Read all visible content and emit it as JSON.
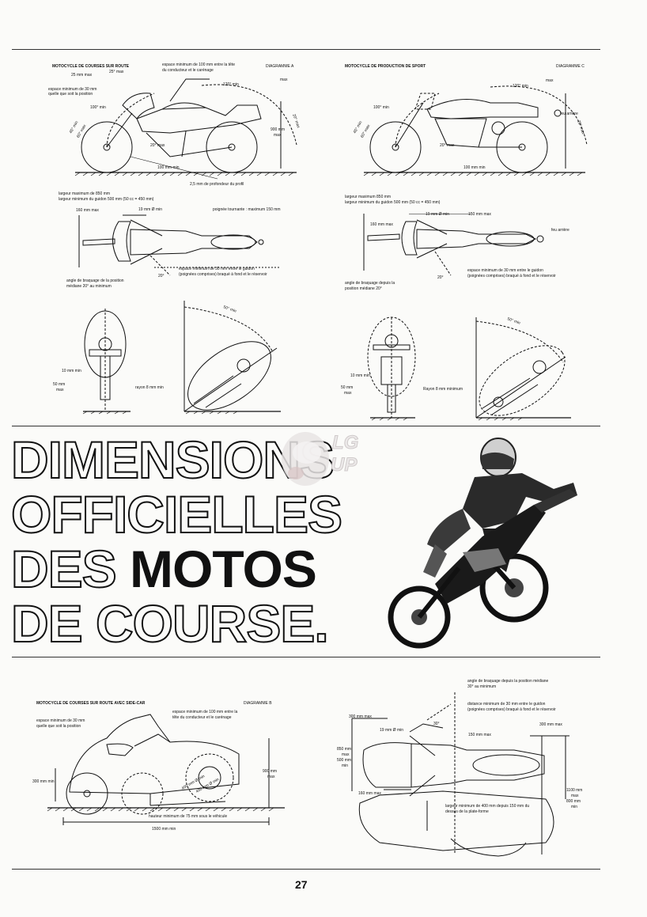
{
  "diagram_a": {
    "header": "MOTOCYCLE DE COURSES SUR ROUTE",
    "id": "DIAGRAMME A",
    "labels": [
      "espace minimum de 100 mm entre la tête",
      "du conducteur et le carénage",
      "25 mm max",
      "25° max",
      "espace minimum de 30 mm",
      "quelle que soit la position",
      "120° min",
      "max",
      "100° min",
      "45° min",
      "60° max",
      "20° max",
      "900 mm",
      "max",
      "20° max",
      "100 mm min",
      "2,5 mm de profondeur du profil"
    ],
    "top_labels": [
      "largeur maximum de 850 mm",
      "largeur minimum du guidon 500 mm (50 cc = 450 mm)",
      "160 mm max",
      "19 mm Ø min",
      "poignée tournante : maximum 150 mm",
      "espace minimum de 30 mm entre le guidon",
      "(poignées comprises) braqué à fond et le réservoir",
      "angle de braquage de la position",
      "médiane 20° au minimum",
      "20°"
    ],
    "front_labels": [
      "10 mm min",
      "50 mm",
      "max",
      "rayon 8 mm min",
      "50° min"
    ]
  },
  "diagram_c": {
    "header": "MOTOCYCLE DE PRODUCTION DE SPORT",
    "id": "DIAGRAMME C",
    "labels": [
      "max",
      "120° min",
      "100° min",
      "45° min",
      "60° max",
      "feu arrière",
      "20° max",
      "20° max",
      "100 mm min"
    ],
    "top_labels": [
      "largeur maximum 850 mm",
      "largeur minimum du guidon 500 mm (50 cc = 450 mm)",
      "19 mm Ø min",
      "150 mm max",
      "160 mm max",
      "feu arrière",
      "espace minimum de 30 mm entre le guidon",
      "(poignées comprises) braqué à fond et le réservoir",
      "angle de braquage depuis la",
      "position médiane  20°",
      "20°"
    ],
    "front_labels": [
      "10 mm min",
      "50 mm",
      "max",
      "Rayon 8 mm minimum",
      "50° min"
    ]
  },
  "title": {
    "line1": "DIMENSIONS",
    "line2": "OFFICIELLES",
    "line3a": "DES ",
    "line3b": "MOTOS",
    "line4": "DE COURSE."
  },
  "logo": {
    "line1": "LG",
    "line2": "UP"
  },
  "diagram_b": {
    "header": "MOTOCYCLE DE COURSES SUR ROUTE AVEC SIDE-CAR",
    "id": "DIAGRAMME B",
    "labels": [
      "espace minimum de 100 mm entre la",
      "tête du conducteur et le carénage",
      "espace minimum de 30 mm",
      "quelle que soit la position",
      "300 mm min",
      "900 mm",
      "max",
      "400 mm Ø min",
      "400 mm Ø min",
      "hauteur minimum de 75 mm sous le véhicule",
      "1500 mm min"
    ],
    "top_labels": [
      "angle de braquage depuis la position médiane",
      "30° au minimum",
      "distance minimum de 30 mm entre le guidon",
      "(poignées comprises) braqué à fond et le réservoir",
      "300 mm max",
      "30°",
      "19 mm Ø min",
      "300 mm max",
      "150 mm max",
      "850 mm",
      "max",
      "500 mm",
      "min",
      "160 mm max",
      "1100 mm",
      "max",
      "800 mm",
      "min",
      "largeur minimum de 400 mm depuis 150 mm du",
      "dessus de la plate-forme"
    ]
  },
  "page_number": "27"
}
